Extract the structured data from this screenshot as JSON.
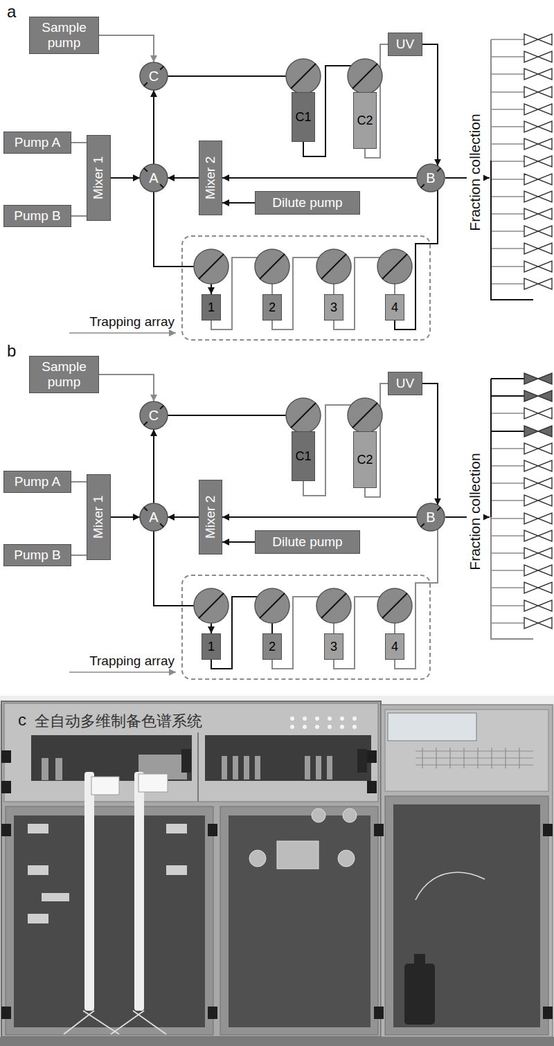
{
  "diagram": {
    "nodes": [
      {
        "text": [
          "Sample pump"
        ]
      },
      {
        "text": [
          "C"
        ]
      },
      {
        "text": [
          "C1"
        ]
      },
      {
        "text": [
          "C2"
        ]
      },
      {
        "text": [
          "UV"
        ]
      },
      {
        "text": [
          "Pump A"
        ]
      },
      {
        "text": [
          "Mixer 1"
        ]
      },
      {
        "text": [
          "A"
        ]
      },
      {
        "text": [
          "Mixer 2"
        ]
      },
      {
        "text": [
          "Dilute pump"
        ]
      },
      {
        "text": [
          "B"
        ]
      },
      {
        "text": [
          "Pump B"
        ]
      },
      {
        "text": [
          "Trapping array"
        ]
      },
      {
        "text": [
          "1"
        ],
        "in": 12
      },
      {
        "text": [
          "2"
        ],
        "in": 12
      },
      {
        "text": [
          "3"
        ],
        "in": 12
      },
      {
        "text": [
          "4"
        ],
        "in": 12
      },
      {
        "text": [
          "Sample pump"
        ]
      },
      {
        "text": [
          "C"
        ]
      },
      {
        "text": [
          "C1"
        ]
      },
      {
        "text": [
          "C2"
        ]
      },
      {
        "text": [
          "UV"
        ]
      },
      {
        "text": [
          "Pump A"
        ]
      },
      {
        "text": [
          "Mixer 1"
        ]
      },
      {
        "text": [
          "A"
        ]
      },
      {
        "text": [
          "Mixer 2"
        ]
      },
      {
        "text": [
          "Dilute pump"
        ]
      },
      {
        "text": [
          "B"
        ]
      },
      {
        "text": [
          "Pump B"
        ]
      },
      {
        "text": [
          "Trapping array"
        ]
      },
      {
        "text": [
          "1"
        ],
        "in": 29
      },
      {
        "text": [
          "2"
        ],
        "in": 29
      },
      {
        "text": [
          "3"
        ],
        "in": 29
      },
      {
        "text": [
          "4"
        ],
        "in": 29
      }
    ],
    "edges": [
      {
        "from": 0,
        "to": 1,
        "arrow": "to"
      },
      {
        "from": 5,
        "to": 6,
        "arrow": "none"
      },
      {
        "from": 11,
        "to": 6,
        "arrow": "none"
      },
      {
        "from": 6,
        "to": 7,
        "arrow": "to"
      },
      {
        "from": 7,
        "to": 1,
        "arrow": "to"
      },
      {
        "from": 1,
        "to": 2,
        "arrow": "none"
      },
      {
        "from": 2,
        "to": 3,
        "arrow": "none"
      },
      {
        "from": 3,
        "to": 4,
        "arrow": "none"
      },
      {
        "from": 4,
        "to": 10,
        "arrow": "to"
      },
      {
        "from": 10,
        "to": 8,
        "arrow": "to"
      },
      {
        "from": 9,
        "to": 8,
        "arrow": "to"
      },
      {
        "from": 8,
        "to": 7,
        "arrow": "to"
      },
      {
        "from": 7,
        "to": 13,
        "arrow": "to"
      },
      {
        "from": 13,
        "to": 14,
        "arrow": "none"
      },
      {
        "from": 14,
        "to": 15,
        "arrow": "none"
      },
      {
        "from": 15,
        "to": 16,
        "arrow": "none"
      },
      {
        "from": 16,
        "to": 10,
        "arrow": "none"
      },
      {
        "from": 17,
        "to": 18,
        "arrow": "to"
      },
      {
        "from": 22,
        "to": 23,
        "arrow": "none"
      },
      {
        "from": 28,
        "to": 23,
        "arrow": "none"
      },
      {
        "from": 23,
        "to": 24,
        "arrow": "to"
      },
      {
        "from": 24,
        "to": 18,
        "arrow": "to"
      },
      {
        "from": 18,
        "to": 19,
        "arrow": "none"
      },
      {
        "from": 19,
        "to": 20,
        "arrow": "none"
      },
      {
        "from": 20,
        "to": 21,
        "arrow": "none"
      },
      {
        "from": 21,
        "to": 27,
        "arrow": "to"
      },
      {
        "from": 27,
        "to": 25,
        "arrow": "to"
      },
      {
        "from": 26,
        "to": 25,
        "arrow": "to"
      },
      {
        "from": 25,
        "to": 24,
        "arrow": "to"
      },
      {
        "from": 24,
        "to": 30,
        "arrow": "to"
      },
      {
        "from": 30,
        "to": 31,
        "arrow": "none"
      },
      {
        "from": 31,
        "to": 32,
        "arrow": "none"
      },
      {
        "from": 32,
        "to": 33,
        "arrow": "none"
      },
      {
        "from": 33,
        "to": 27,
        "arrow": "none"
      }
    ],
    "labels": [
      "a",
      "Fraction collection",
      "b",
      "Fraction collection",
      "c",
      "全自动多维制备色谱系统"
    ]
  }
}
